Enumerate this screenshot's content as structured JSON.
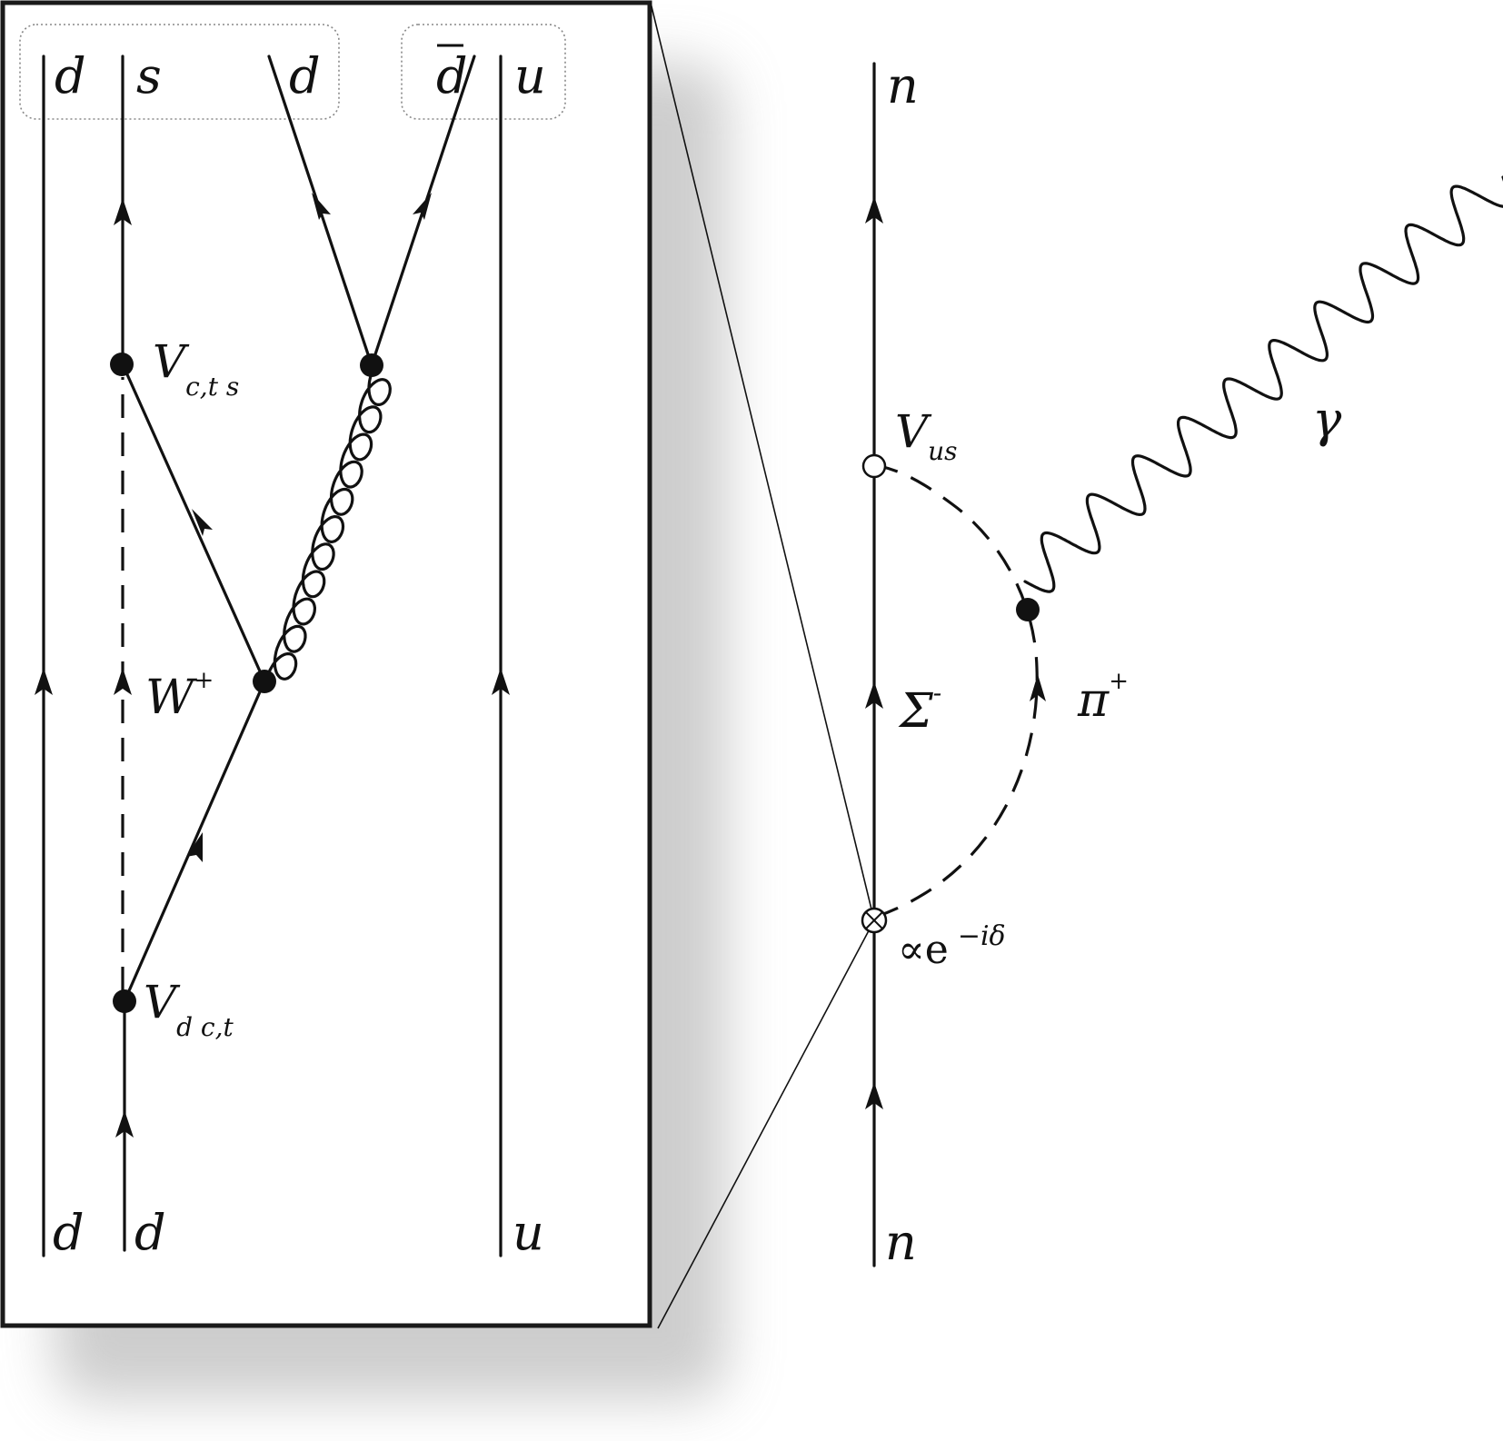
{
  "zoom_box": {
    "top_quarks": {
      "d_left": "d",
      "s": "s",
      "d_mid": "d",
      "dbar": "d",
      "u": "u"
    },
    "bottom_quarks": {
      "d_left": "d",
      "d_mid": "d",
      "u": "u"
    },
    "labels": {
      "vertex_top": {
        "main": "V",
        "sub": "c,t s"
      },
      "vertex_bottom": {
        "main": "V",
        "sub": "d c,t"
      },
      "w_boson": {
        "main": "W",
        "sup": "+"
      }
    }
  },
  "main_diagram": {
    "neutron_top": "n",
    "neutron_bottom": "n",
    "vus": {
      "main": "V",
      "sub": "us"
    },
    "sigma": {
      "main": "Σ",
      "sup": "-"
    },
    "pion": {
      "main": "π",
      "sup": "+"
    },
    "photon": "γ",
    "phase": {
      "prefix": "∝e",
      "sup": "−iδ"
    }
  },
  "colors": {
    "line": "#111111",
    "box_border": "#1a1a1a",
    "group_border": "#888888",
    "shadow": "#bbbbbb"
  }
}
